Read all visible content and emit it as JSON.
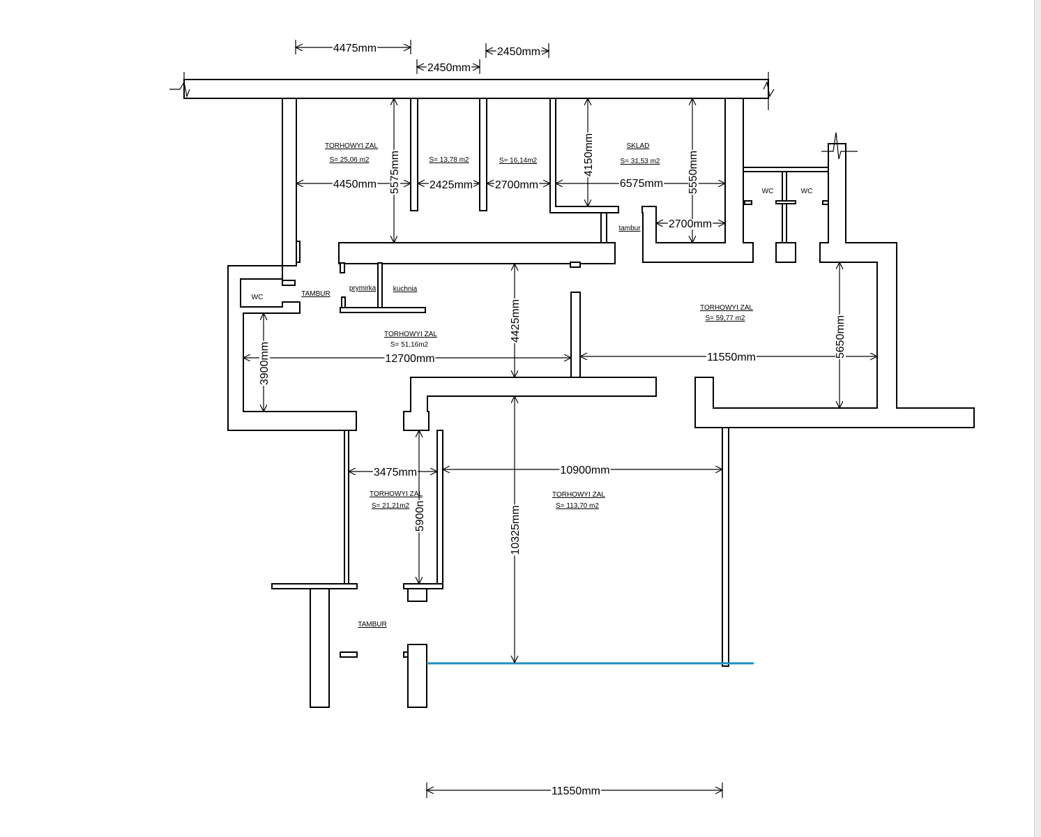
{
  "rooms": {
    "room1_name": "TORHOWYI ZAL",
    "room1_area": "S= 25,06 m2",
    "room2_area": "S= 13,78 m2",
    "room3_area": "S= 16,14m2",
    "sklad_name": "SKLAD",
    "sklad_area": "S= 31,53 m2",
    "wc_a": "WC",
    "wc_b": "WC",
    "wc_c": "WC",
    "tambur_top": "tambur",
    "tambur_left": "TAMBUR",
    "prymirka": "prymirka",
    "kuchnia": "kuchnia",
    "zal_mid_name": "TORHOWYI ZAL",
    "zal_mid_area": "S= 51,16m2",
    "zal_right_name": "TORHOWYI ZAL",
    "zal_right_area": "S= 59,77 m2",
    "zal_small_name": "TORHOWYI ZAL",
    "zal_small_area": "S= 21,21m2",
    "zal_big_name": "TORHOWYI ZAL",
    "zal_big_area": "S= 113,70 m2",
    "tambur_bottom": "TAMBUR"
  },
  "dimensions": {
    "d4475": "4475mm",
    "d2450a": "2450mm",
    "d2450b": "2450mm",
    "d4450": "4450mm",
    "d5575": "5575mm",
    "d2425": "2425mm",
    "d2700a": "2700mm",
    "d4150": "4150mm",
    "d6575": "6575mm",
    "d5550": "5550mm",
    "d2700b": "2700mm",
    "d4425": "4425mm",
    "d3900": "3900mm",
    "d12700": "12700mm",
    "d11550a": "11550mm",
    "d5650": "5650mm",
    "d3475": "3475mm",
    "d10900": "10900mm",
    "d5900": "5900n",
    "d10325": "10325mm",
    "d11550b": "11550mm"
  },
  "colors": {
    "wall": "#000000",
    "glazing": "#1e8fc4",
    "background": "#ffffff"
  }
}
